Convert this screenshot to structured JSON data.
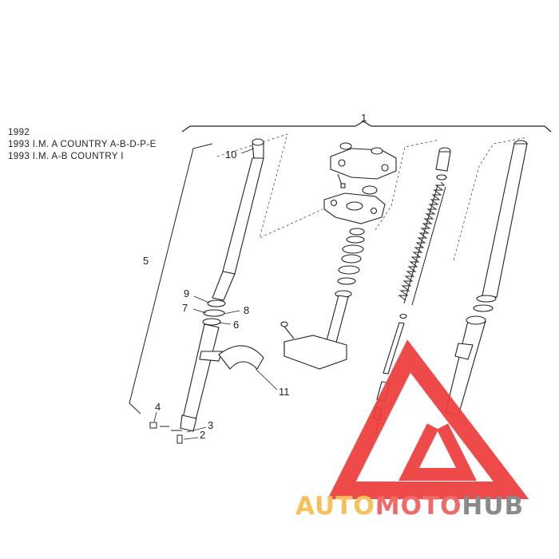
{
  "header": {
    "lines": [
      "1992",
      "1993 I.M. A COUNTRY A-B-D-P-E",
      "1993 I.M. A-B COUNTRY I"
    ]
  },
  "callouts": [
    "1",
    "2",
    "3",
    "4",
    "5",
    "6",
    "7",
    "8",
    "9",
    "10",
    "11"
  ],
  "logo": {
    "part1": "AUTO",
    "part2": "MOTO",
    "part3": "HUB",
    "colors": {
      "auto": "#f6c05a",
      "moto": "#ef6a6a",
      "hub": "#8a8a8a",
      "triangle": "#ee3b3b"
    }
  }
}
